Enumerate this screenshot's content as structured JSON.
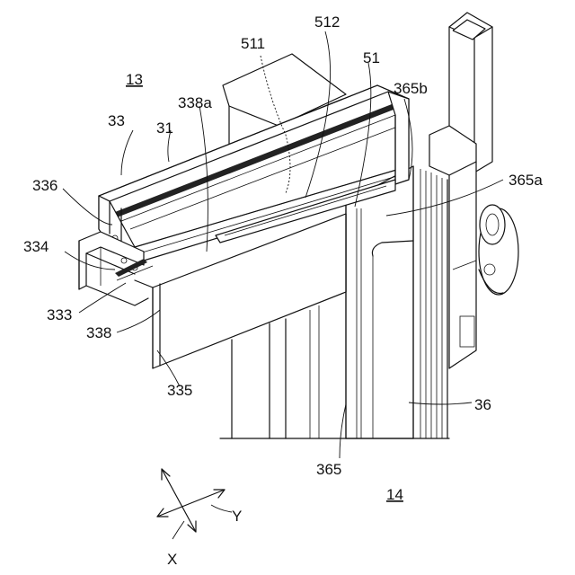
{
  "labels": {
    "l13": "13",
    "l14": "14",
    "l33": "33",
    "l31": "31",
    "l338a": "338a",
    "l511": "511",
    "l512": "512",
    "l51": "51",
    "l365b": "365b",
    "l365a": "365a",
    "l336": "336",
    "l334": "334",
    "l333": "333",
    "l338": "338",
    "l335": "335",
    "l36": "36",
    "l365": "365"
  },
  "axes": {
    "x": "X",
    "y": "Y"
  }
}
